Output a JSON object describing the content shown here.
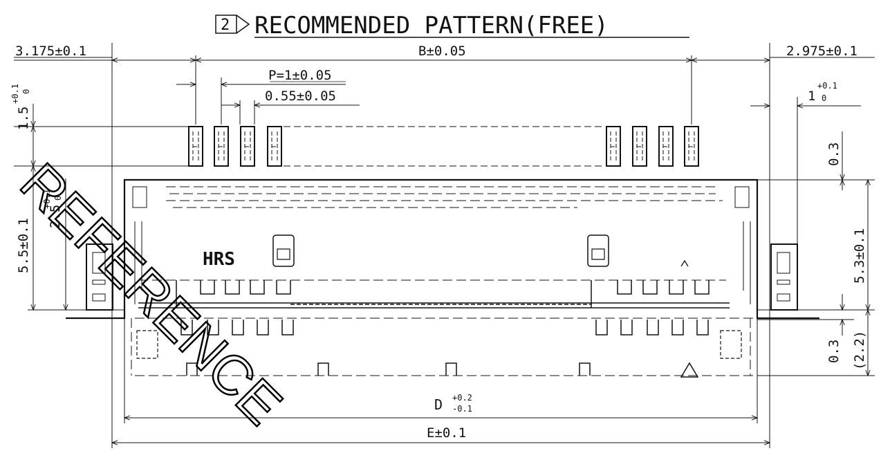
{
  "title": {
    "marker": "2",
    "text": "RECOMMENDED PATTERN(FREE)"
  },
  "dimensions": {
    "left_margin": "3.175±0.1",
    "b_width": "B±0.05",
    "right_margin": "2.975±0.1",
    "pitch": "P=1±0.05",
    "pad_width": "0.55±0.05",
    "pad_height_main": "1.5",
    "pad_height_tol_plus": "+0.1",
    "pad_height_tol_minus": "0",
    "right_tab_width_main": "1",
    "right_tab_width_tol_plus": "+0.1",
    "right_tab_width_tol_minus": "0",
    "right_03_top": "0.3",
    "right_53": "5.3±0.1",
    "right_03_bottom": "0.3",
    "right_22": "(2.2)",
    "left_55": "5.5±0.1",
    "left_25_main": "2.5",
    "left_25_tol_plus": "+0.1",
    "left_25_tol_minus": "0",
    "d_main": "D",
    "d_tol_plus": "+0.2",
    "d_tol_minus": "-0.1",
    "e_width": "E±0.1"
  },
  "logo_text": "HRS",
  "watermark": "REFERENCE"
}
